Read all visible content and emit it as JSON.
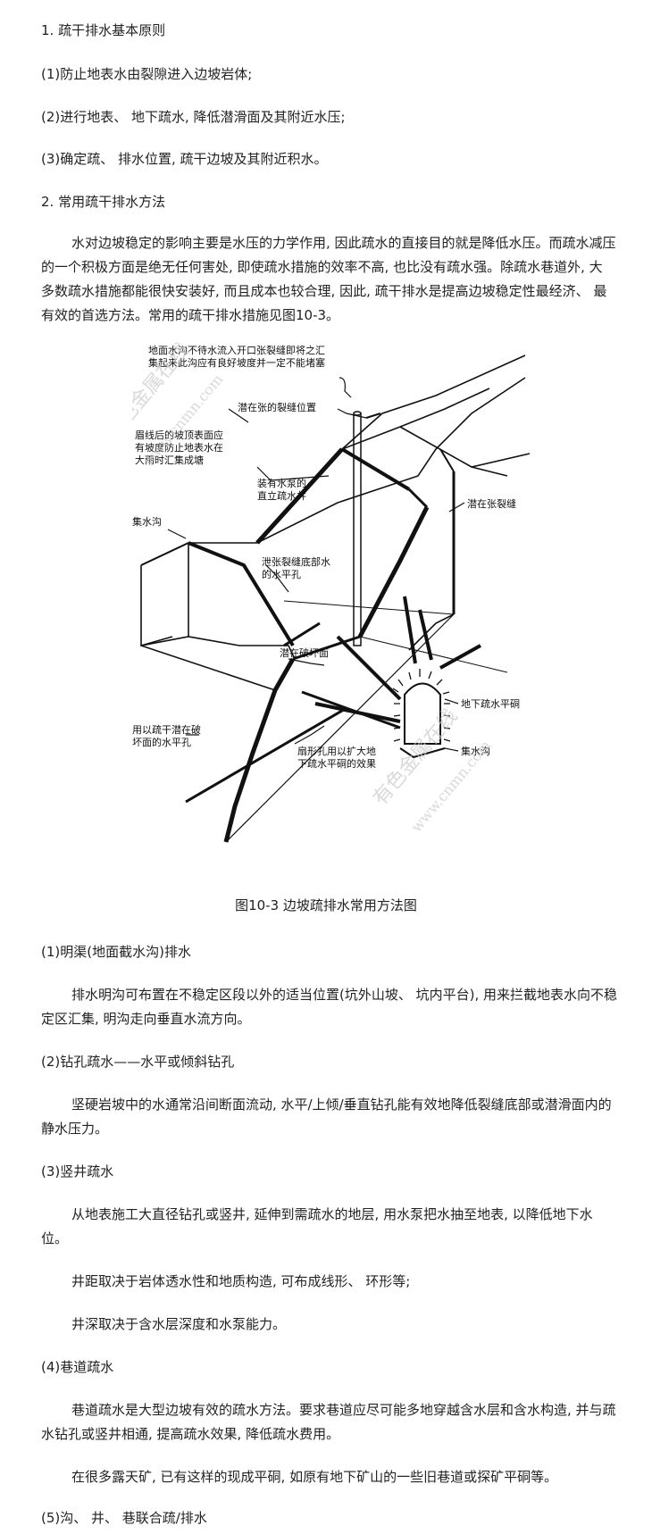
{
  "section1": {
    "title": "1. 疏干排水基本原则",
    "items": [
      "(1)防止地表水由裂隙进入边坡岩体;",
      "(2)进行地表、 地下疏水, 降低潜滑面及其附近水压;",
      "(3)确定疏、 排水位置, 疏干边坡及其附近积水。"
    ]
  },
  "section2": {
    "title": "2. 常用疏干排水方法",
    "intro_lines": [
      "水对边坡稳定的影响主要是水压的力学作用, 因此疏水的直接目的就是降低水压。而疏水减压",
      "的一个积极方面是绝无任何害处, 即使疏水措施的效率不高, 也比没有疏水强。除疏水巷道外, 大",
      "多数疏水措施都能很快安装好, 而且成本也较合理, 因此, 疏干排水是提高边坡稳定性最经济、 最",
      "有效的首选方法。常用的疏干排水措施见图10-3。"
    ]
  },
  "figure": {
    "caption": "图10-3 边坡疏排水常用方法图",
    "labels": {
      "l1a": "地面水沟不待水流入开口张裂缝即将之汇",
      "l1b": "集起来此沟应有良好坡度并一定不能堵塞",
      "l2": "潜在张的裂缝位置",
      "l3a": "眉线后的坡顶表面应",
      "l3b": "有坡度防止地表水在",
      "l3c": "大雨时汇集成塘",
      "l4a": "装有水泵的",
      "l4b": "直立疏水井",
      "l5": "潜在张裂缝",
      "l6": "集水沟",
      "l7a": "泄张裂缝底部水",
      "l7b": "的水平孔",
      "l8": "潜在破坏面",
      "l9": "地下疏水平硐",
      "l10a": "用以疏干潜在破",
      "l10b": "坏面的水平孔",
      "l11a": "扇形孔用以扩大地",
      "l11b": "下疏水平硐的效果",
      "l12": "集水沟"
    },
    "watermarks": [
      "有色金属在线",
      "www.cnmn.com"
    ]
  },
  "methods": {
    "m1_title": "(1)明渠(地面截水沟)排水",
    "m1_lines": [
      "排水明沟可布置在不稳定区段以外的适当位置(坑外山坡、 坑内平台), 用来拦截地表水向不稳",
      "定区汇集, 明沟走向垂直水流方向。"
    ],
    "m2_title": "(2)钻孔疏水——水平或倾斜钻孔",
    "m2_lines": [
      "坚硬岩坡中的水通常沿间断面流动, 水平/上倾/垂直钻孔能有效地降低裂缝底部或潜滑面内的",
      "静水压力。"
    ],
    "m3_title": "(3)竖井疏水",
    "m3_lines": [
      "从地表施工大直径钻孔或竖井, 延伸到需疏水的地层, 用水泵把水抽至地表, 以降低地下水",
      "位。"
    ],
    "m3_p2": "井距取决于岩体透水性和地质构造, 可布成线形、 环形等;",
    "m3_p3": "井深取决于含水层深度和水泵能力。",
    "m4_title": "(4)巷道疏水",
    "m4_lines": [
      "巷道疏水是大型边坡有效的疏水方法。要求巷道应尽可能多地穿越含水层和含水构造, 并与疏",
      "水钻孔或竖井相通, 提高疏水效果, 降低疏水费用。"
    ],
    "m4_p2": "在很多露天矿, 已有这样的现成平硐, 如原有地下矿山的一些旧巷道或探矿平硐等。",
    "m5_title": "(5)沟、 井、 巷联合疏/排水"
  }
}
